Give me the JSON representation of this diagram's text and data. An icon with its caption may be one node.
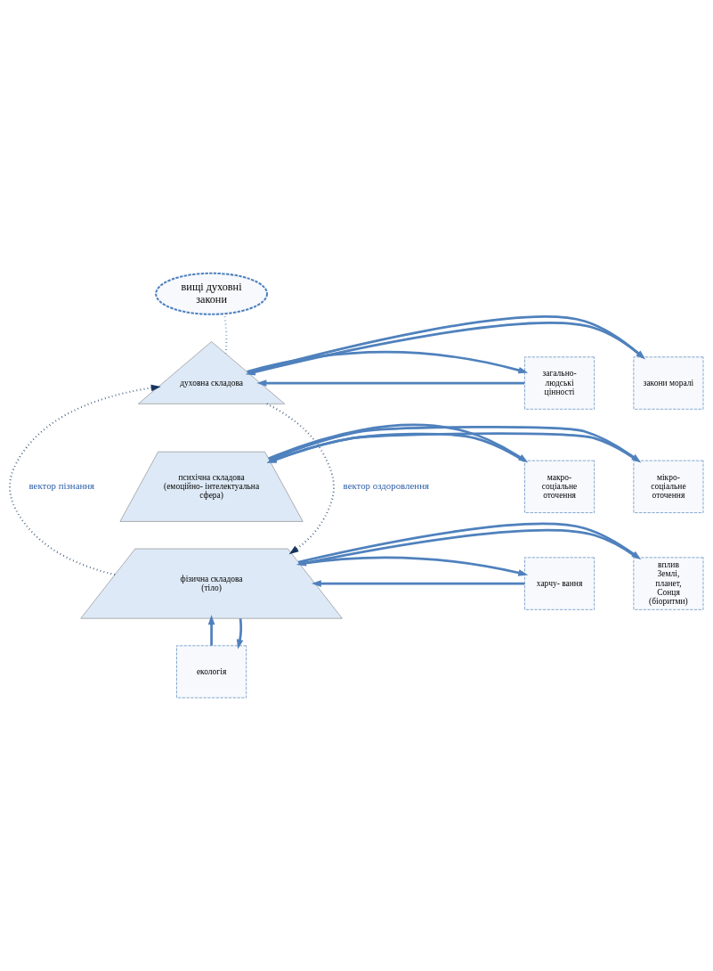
{
  "diagram": {
    "nodes": [
      {
        "text": [
          "вищі духовні закони"
        ]
      },
      {
        "text": [
          "духовна складова"
        ]
      },
      {
        "text": [
          "психічна складова (емоційно- інтелектуальна сфера)"
        ]
      },
      {
        "text": [
          "фізична складова (тіло)"
        ]
      },
      {
        "text": [
          "закони моралі"
        ]
      },
      {
        "text": [
          "загально- людські цінності"
        ]
      },
      {
        "text": [
          "мікро- соціальне оточення"
        ]
      },
      {
        "text": [
          "макро- соціальне оточення"
        ]
      },
      {
        "text": [
          "вплив Землі, планет, Сонця (біоритми)"
        ]
      },
      {
        "text": [
          "харчу- вання"
        ]
      },
      {
        "text": [
          "екологія"
        ]
      }
    ],
    "edges": [
      {
        "from": 1,
        "to": 0,
        "arrow": "none",
        "style": "dashed"
      },
      {
        "from": 4,
        "to": 1,
        "arrow": "to"
      },
      {
        "from": 1,
        "to": 4,
        "arrow": "to"
      },
      {
        "from": 5,
        "to": 1,
        "arrow": "to"
      },
      {
        "from": 1,
        "to": 5,
        "arrow": "to"
      },
      {
        "from": 6,
        "to": 2,
        "arrow": "to"
      },
      {
        "from": 2,
        "to": 6,
        "arrow": "to"
      },
      {
        "from": 7,
        "to": 2,
        "arrow": "to"
      },
      {
        "from": 2,
        "to": 7,
        "arrow": "to"
      },
      {
        "from": 8,
        "to": 3,
        "arrow": "to"
      },
      {
        "from": 3,
        "to": 8,
        "arrow": "to"
      },
      {
        "from": 9,
        "to": 3,
        "arrow": "to"
      },
      {
        "from": 3,
        "to": 9,
        "arrow": "to"
      },
      {
        "from": 10,
        "to": 3,
        "arrow": "to"
      },
      {
        "from": 3,
        "to": 10,
        "arrow": "to"
      },
      {
        "from": 3,
        "to": 1,
        "label": "вектор пізнання",
        "arrow": "to",
        "style": "dashed",
        "color": "#17375e"
      },
      {
        "from": 1,
        "to": 3,
        "label": "вектор оздоровлення",
        "arrow": "to",
        "style": "dashed",
        "color": "#17375e"
      }
    ]
  }
}
